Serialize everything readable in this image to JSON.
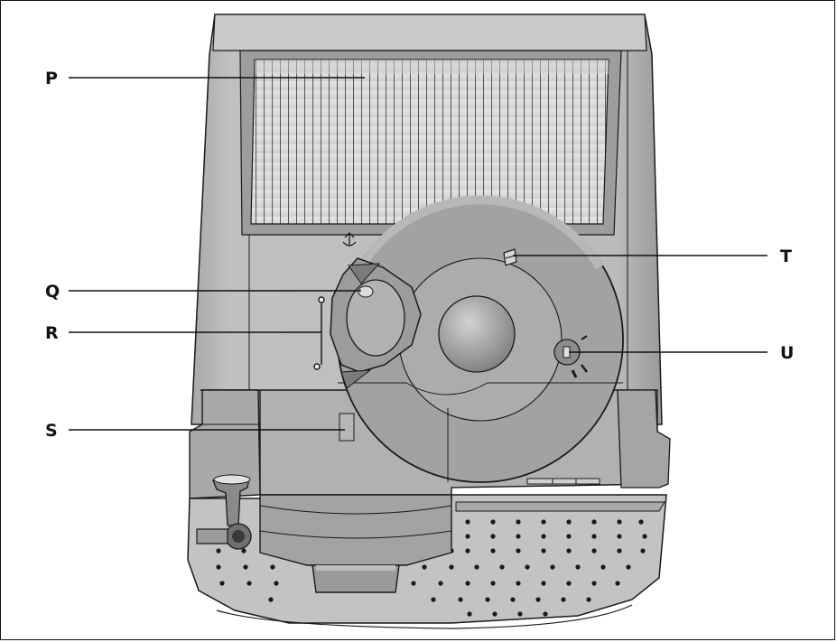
{
  "figure": {
    "callouts": [
      {
        "id": "P",
        "label": "P"
      },
      {
        "id": "Q",
        "label": "Q"
      },
      {
        "id": "R",
        "label": "R"
      },
      {
        "id": "S",
        "label": "S"
      },
      {
        "id": "T",
        "label": "T"
      },
      {
        "id": "U",
        "label": "U"
      }
    ],
    "colors": {
      "body": "#b9b9b9",
      "body_dark": "#8f8f8f",
      "outline": "#1a1a1a",
      "disc": "#a9a9a9",
      "grille": "#d9d9d9"
    }
  }
}
